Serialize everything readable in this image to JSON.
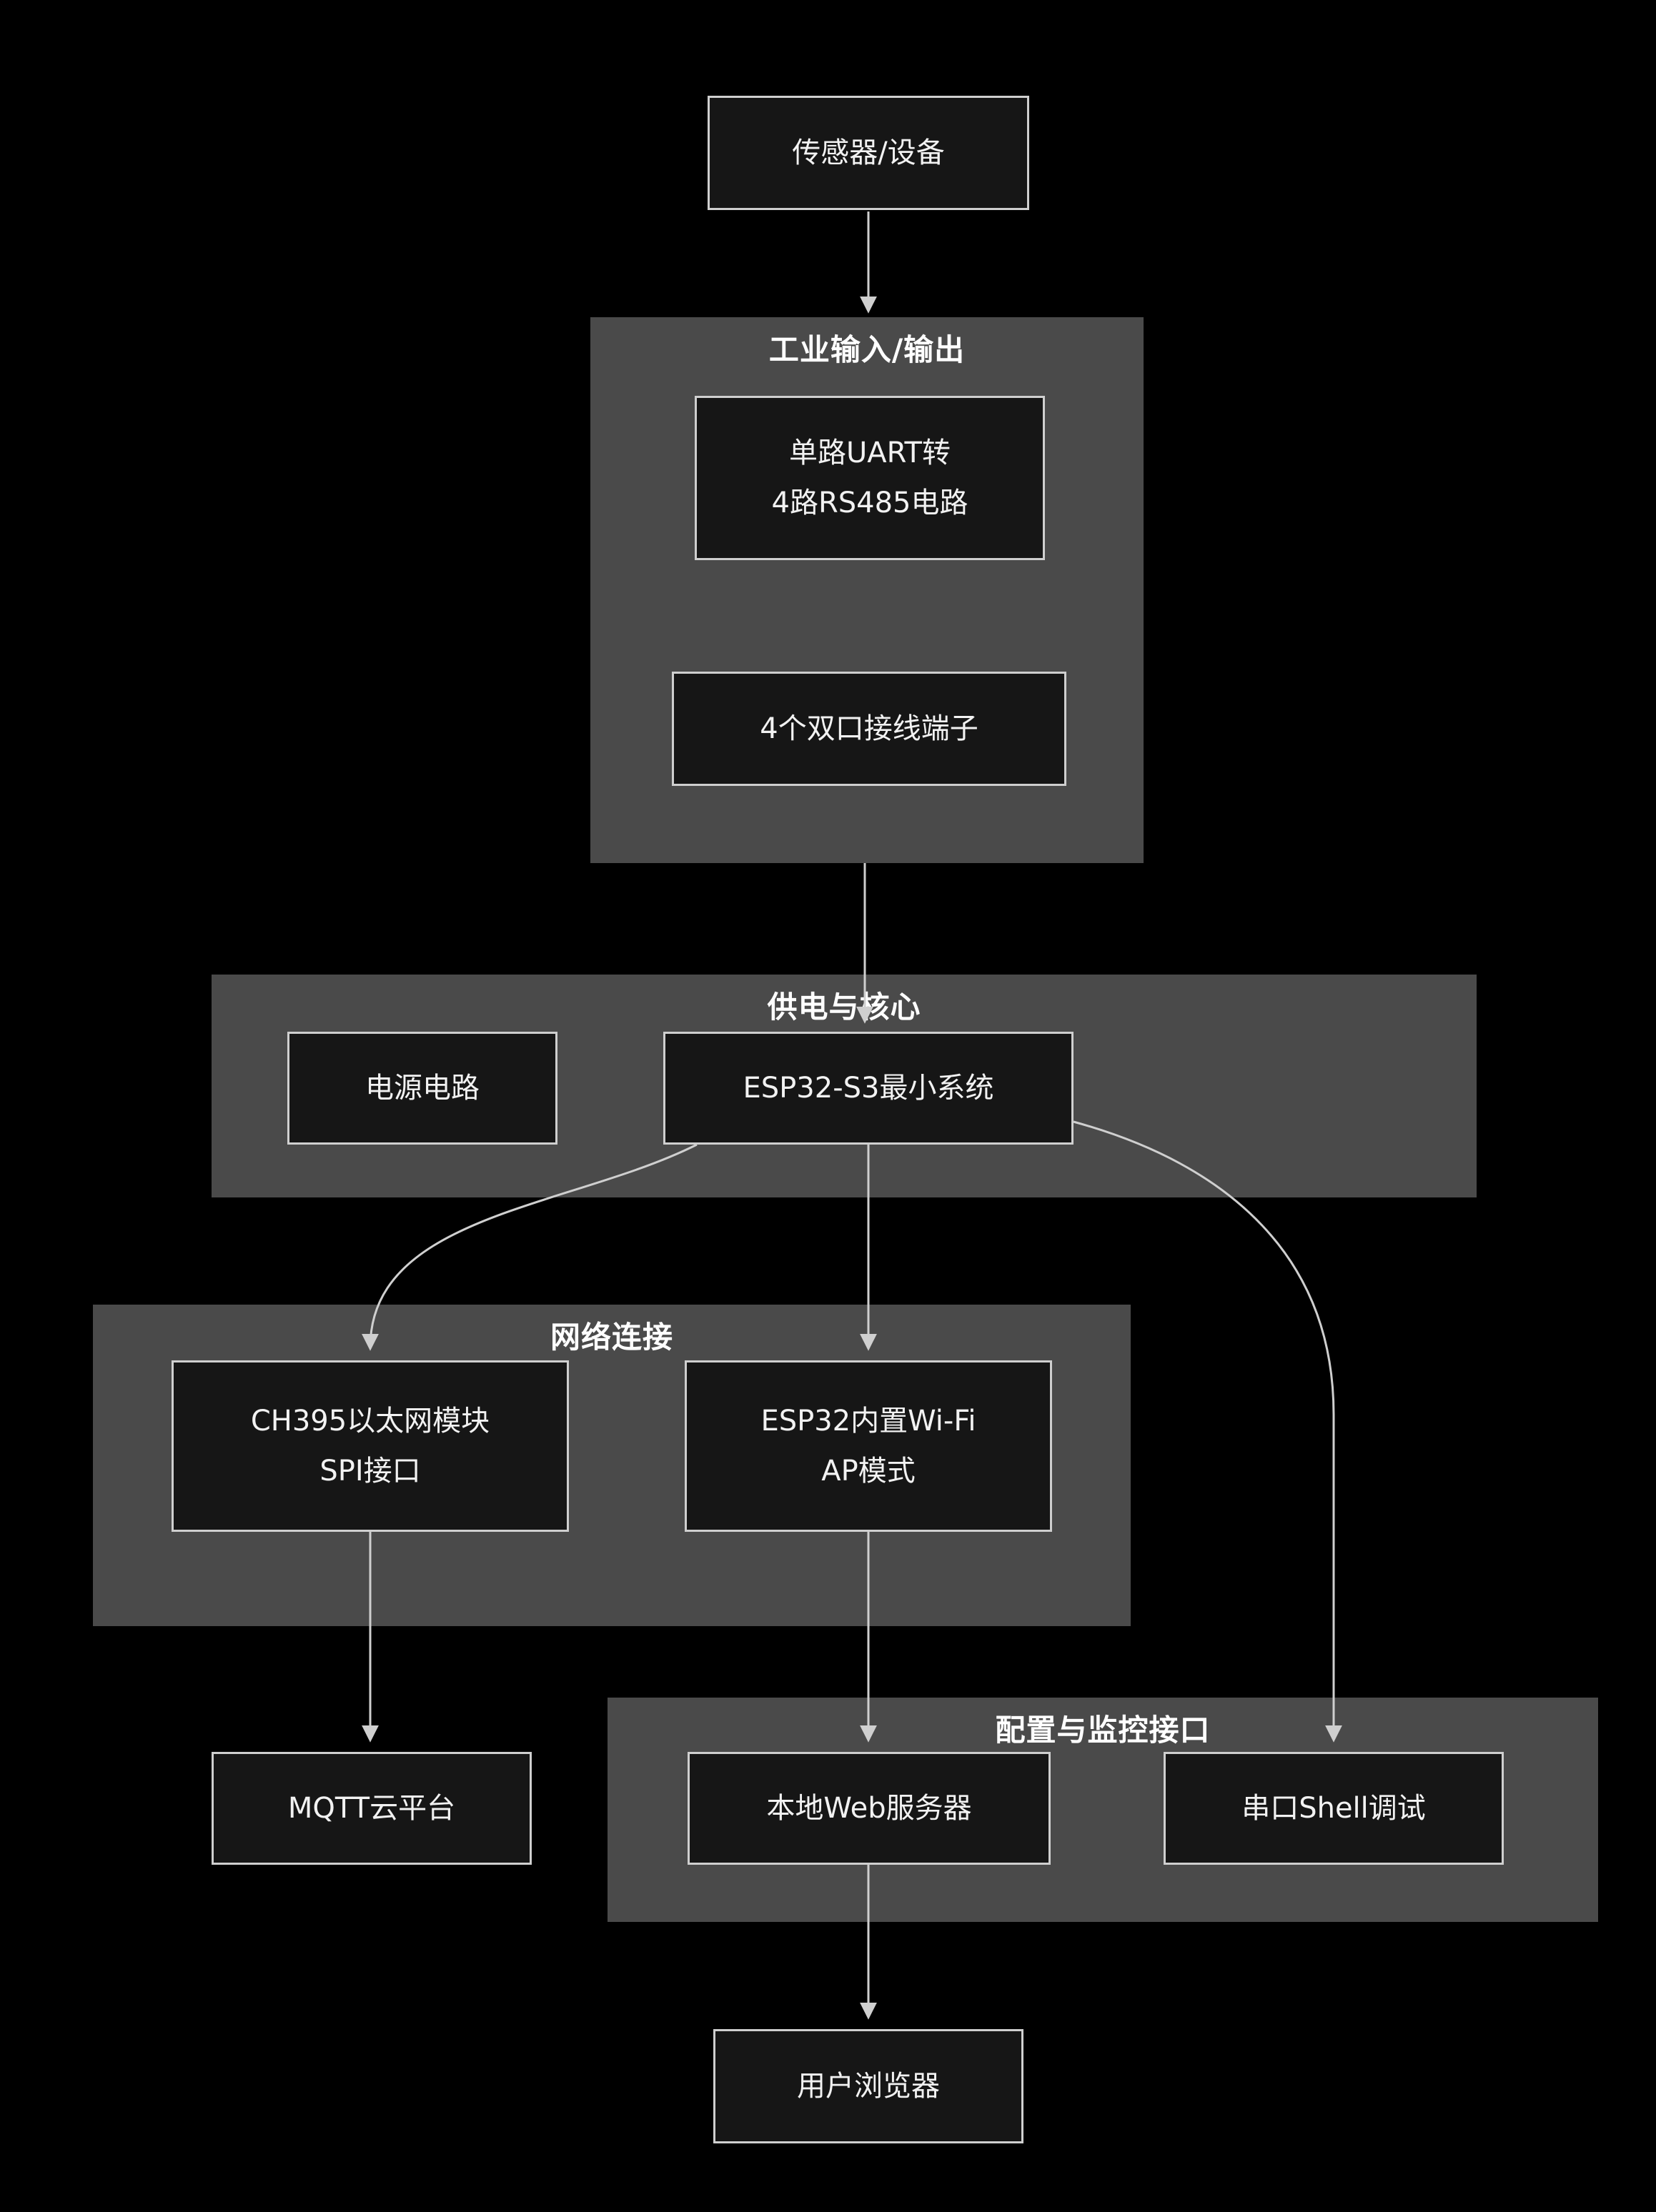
{
  "diagram": {
    "type": "flowchart",
    "direction": "top-down",
    "colors": {
      "background": "#000000",
      "group_fill": "#4a4a4a",
      "node_fill": "#161616",
      "node_border": "#cfcfcf",
      "text": "#f2f2f2",
      "group_title_text": "#ffffff",
      "arrow": "#cfcfcf"
    },
    "groups": {
      "io": {
        "title": "工业输入/输出"
      },
      "core": {
        "title": "供电与核心"
      },
      "network": {
        "title": "网络连接"
      },
      "config": {
        "title": "配置与监控接口"
      }
    },
    "nodes": {
      "sensors": {
        "label": "传感器/设备"
      },
      "uart_rs485": {
        "label": "单路UART转\n4路RS485电路"
      },
      "terminals": {
        "label": "4个双口接线端子"
      },
      "power": {
        "label": "电源电路"
      },
      "esp32": {
        "label": "ESP32-S3最小系统"
      },
      "ch395": {
        "label": "CH395以太网模块\nSPI接口"
      },
      "wifi": {
        "label": "ESP32内置Wi-Fi\nAP模式"
      },
      "mqtt": {
        "label": "MQTT云平台"
      },
      "webserver": {
        "label": "本地Web服务器"
      },
      "shell": {
        "label": "串口Shell调试"
      },
      "browser": {
        "label": "用户浏览器"
      }
    },
    "edges": [
      {
        "from": "sensors",
        "to": "group-io"
      },
      {
        "from": "group-io",
        "to": "esp32"
      },
      {
        "from": "esp32",
        "to": "ch395"
      },
      {
        "from": "esp32",
        "to": "wifi"
      },
      {
        "from": "esp32",
        "to": "shell"
      },
      {
        "from": "ch395",
        "to": "mqtt"
      },
      {
        "from": "wifi",
        "to": "webserver"
      },
      {
        "from": "webserver",
        "to": "browser"
      }
    ]
  }
}
